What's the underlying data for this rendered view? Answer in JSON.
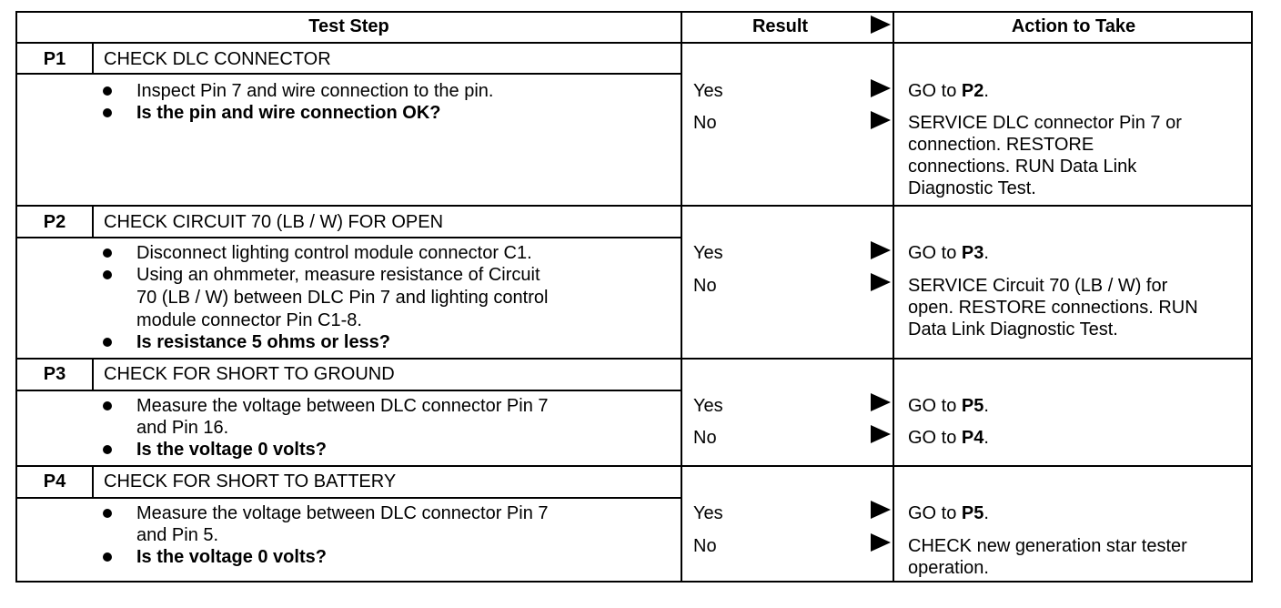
{
  "header": {
    "test_step": "Test Step",
    "result": "Result",
    "action": "Action to Take"
  },
  "steps": [
    {
      "id": "P1",
      "title": "CHECK DLC CONNECTOR",
      "instructions": [
        "Inspect Pin 7 and wire connection to the pin.",
        "Is the pin and wire connection OK?"
      ],
      "results": [
        {
          "label": "Yes",
          "action_text": "GO to ",
          "action_ref": "P2",
          "action_end": "."
        },
        {
          "label": "No",
          "action_lines": [
            "SERVICE DLC connector Pin 7 or",
            "connection. RESTORE",
            "connections. RUN Data Link",
            "Diagnostic Test."
          ]
        }
      ]
    },
    {
      "id": "P2",
      "title": "CHECK CIRCUIT 70 (LB / W) FOR OPEN",
      "instructions": [
        "Disconnect lighting control module connector C1.",
        "Using an ohmmeter, measure resistance of Circuit",
        "70 (LB / W) between DLC Pin 7 and lighting control",
        "module connector Pin C1-8.",
        "Is resistance 5 ohms or less?"
      ],
      "results": [
        {
          "label": "Yes",
          "action_text": "GO to ",
          "action_ref": "P3",
          "action_end": "."
        },
        {
          "label": "No",
          "action_lines": [
            "SERVICE Circuit 70 (LB / W) for",
            "open. RESTORE connections. RUN",
            "Data Link Diagnostic Test."
          ]
        }
      ]
    },
    {
      "id": "P3",
      "title": "CHECK FOR SHORT TO GROUND",
      "instructions": [
        "Measure the voltage between DLC connector Pin 7",
        "and Pin 16.",
        "Is the voltage 0 volts?"
      ],
      "results": [
        {
          "label": "Yes",
          "action_text": "GO to ",
          "action_ref": "P5",
          "action_end": "."
        },
        {
          "label": "No",
          "action_text": "GO to ",
          "action_ref": "P4",
          "action_end": "."
        }
      ]
    },
    {
      "id": "P4",
      "title": "CHECK FOR SHORT TO BATTERY",
      "instructions": [
        "Measure the voltage between DLC connector Pin 7",
        "and Pin 5.",
        "Is the voltage 0 volts?"
      ],
      "results": [
        {
          "label": "Yes",
          "action_text": "GO to ",
          "action_ref": "P5",
          "action_end": "."
        },
        {
          "label": "No",
          "action_lines": [
            "CHECK new generation star tester",
            "operation."
          ]
        }
      ]
    }
  ]
}
